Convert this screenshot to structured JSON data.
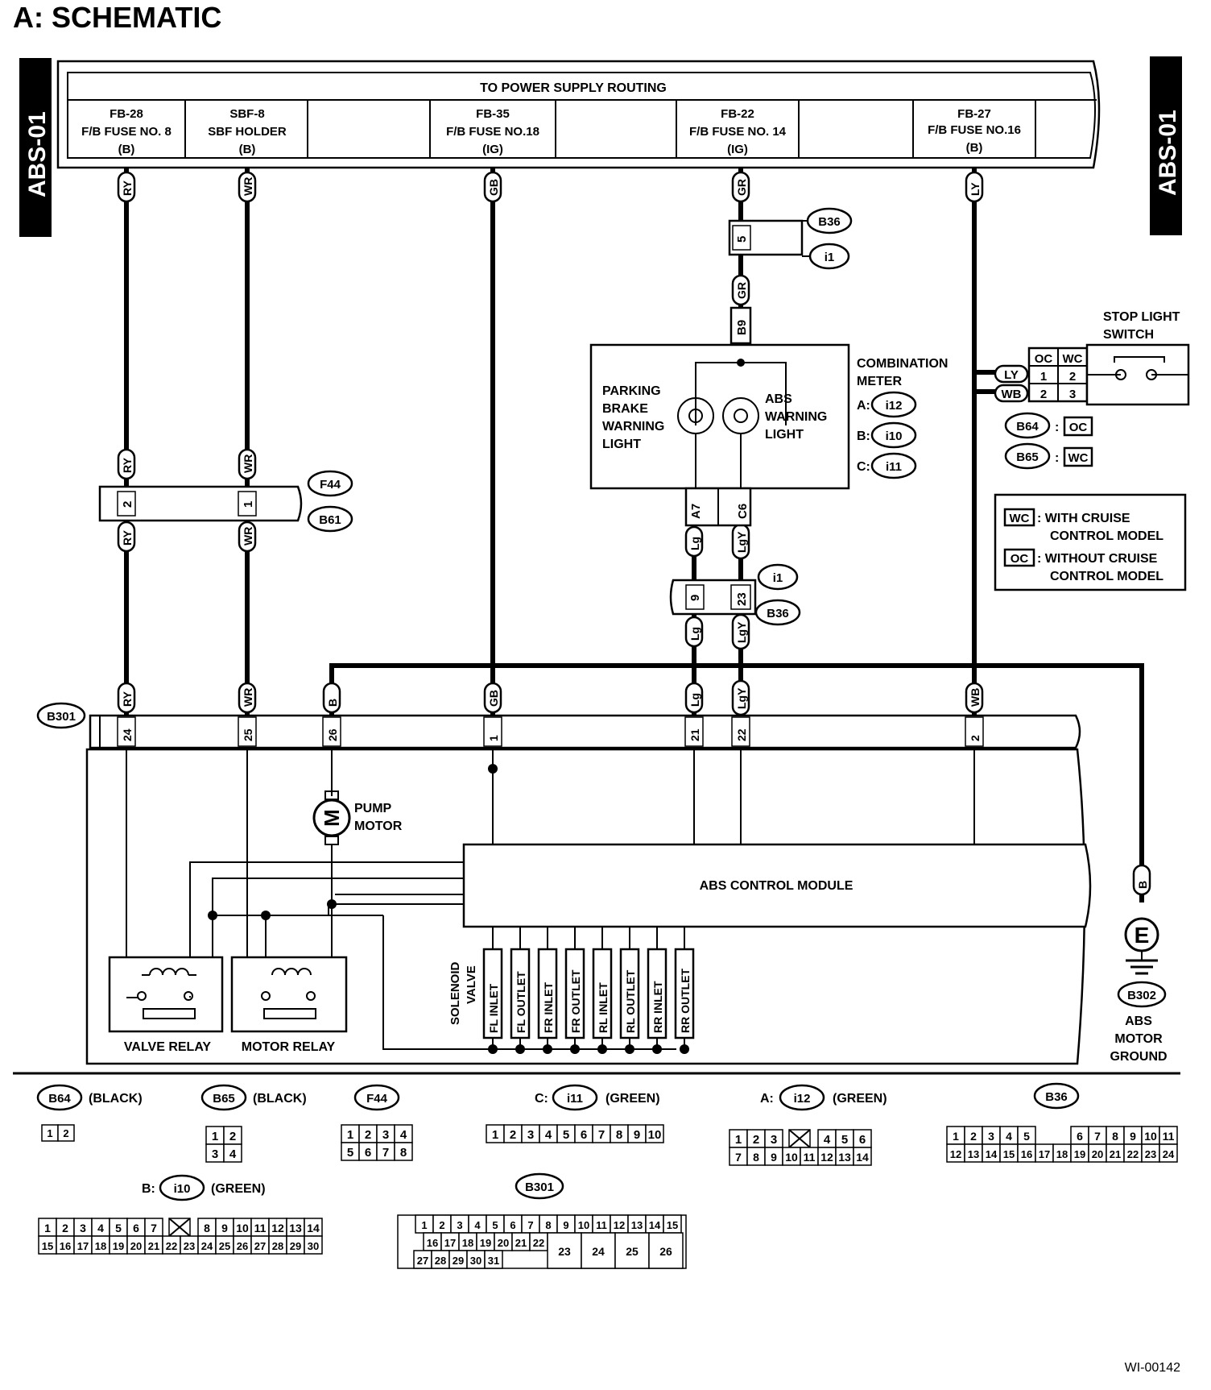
{
  "title": "A:  SCHEMATIC",
  "side_tab": "ABS-01",
  "power_supply": {
    "heading": "TO POWER SUPPLY ROUTING",
    "fuses": [
      {
        "l1": "FB-28",
        "l2": "F/B FUSE NO. 8",
        "l3": "(B)"
      },
      {
        "l1": "SBF-8",
        "l2": "SBF HOLDER",
        "l3": "(B)"
      },
      {
        "l1": "FB-35",
        "l2": "F/B FUSE NO.18",
        "l3": "(IG)"
      },
      {
        "l1": "FB-22",
        "l2": "F/B FUSE NO. 14",
        "l3": "(IG)"
      },
      {
        "l1": "FB-27",
        "l2": "F/B FUSE NO.16",
        "l3": "(B)"
      }
    ]
  },
  "wire_colors": {
    "ry": "RY",
    "wr": "WR",
    "gb": "GB",
    "gr": "GR",
    "ly": "LY",
    "b": "B",
    "lg": "Lg",
    "lgy": "LgY",
    "wb": "WB"
  },
  "pins": {
    "b36_gr": "5",
    "b9": "B9",
    "a7": "A7",
    "c6": "C6",
    "i1_lg": "9",
    "i1_lgy": "23",
    "f44_ry": "2",
    "f44_wr": "1",
    "b301": [
      "24",
      "25",
      "26",
      "1",
      "21",
      "22",
      "2"
    ]
  },
  "connectors": {
    "b36": "B36",
    "i1": "i1",
    "f44": "F44",
    "b61": "B61",
    "b301": "B301",
    "b302": "B302",
    "b64": "B64",
    "b65": "B65",
    "i12": "i12",
    "i10": "i10",
    "i11": "i11"
  },
  "combination_meter": {
    "label1": "COMBINATION",
    "label2": "METER",
    "a": "A:",
    "b": "B:",
    "c": "C:",
    "parking": [
      "PARKING",
      "BRAKE",
      "WARNING",
      "LIGHT"
    ],
    "abs": [
      "ABS",
      "WARNING",
      "LIGHT"
    ]
  },
  "stop_light": {
    "label1": "STOP LIGHT",
    "label2": "SWITCH",
    "oc": "OC",
    "wc": "WC",
    "r1": [
      "1",
      "2"
    ],
    "r2": [
      "2",
      "3"
    ],
    "b64_code": "OC",
    "b65_code": "WC"
  },
  "legend": {
    "wc": "WC",
    "wc_l1": ": WITH CRUISE",
    "wc_l2": "CONTROL MODEL",
    "oc": "OC",
    "oc_l1": ": WITHOUT CRUISE",
    "oc_l2": "CONTROL MODEL"
  },
  "module": {
    "abs": "ABS CONTROL MODULE",
    "pump1": "PUMP",
    "pump2": "MOTOR",
    "m": "M",
    "valve_relay": "VALVE RELAY",
    "motor_relay": "MOTOR RELAY",
    "solenoid1": "SOLENOID",
    "solenoid2": "VALVE",
    "valves": [
      "FL INLET",
      "FL OUTLET",
      "FR INLET",
      "FR OUTLET",
      "RL INLET",
      "RL OUTLET",
      "RR INLET",
      "RR OUTLET"
    ],
    "ground": [
      "ABS",
      "MOTOR",
      "GROUND"
    ],
    "e": "E"
  },
  "bottom_connectors": {
    "b64": "B64",
    "b64_color": "(BLACK)",
    "b65": "B65",
    "b65_color": "(BLACK)",
    "f44": "F44",
    "c_prefix": "C:",
    "i11": "i11",
    "i11_color": "(GREEN)",
    "a_prefix": "A:",
    "i12": "i12",
    "i12_color": "(GREEN)",
    "b36": "B36",
    "b_prefix": "B:",
    "i10": "i10",
    "i10_color": "(GREEN)",
    "b301": "B301",
    "b64_pins": [
      "1",
      "2"
    ],
    "b65_pins": [
      "1",
      "2",
      "3",
      "4"
    ],
    "f44_pins": [
      "1",
      "2",
      "3",
      "4",
      "5",
      "6",
      "7",
      "8"
    ],
    "i11_pins": [
      "1",
      "2",
      "3",
      "4",
      "5",
      "6",
      "7",
      "8",
      "9",
      "10"
    ],
    "i12_pins_r1": [
      "1",
      "2",
      "3",
      "4",
      "5",
      "6"
    ],
    "i12_pins_r2": [
      "7",
      "8",
      "9",
      "10",
      "11",
      "12",
      "13",
      "14"
    ],
    "b36_pins_r1": [
      "1",
      "2",
      "3",
      "4",
      "5",
      "6",
      "7",
      "8",
      "9",
      "10",
      "11"
    ],
    "b36_pins_r2": [
      "12",
      "13",
      "14",
      "15",
      "16",
      "17",
      "18",
      "19",
      "20",
      "21",
      "22",
      "23",
      "24"
    ],
    "i10_pins_r1": [
      "1",
      "2",
      "3",
      "4",
      "5",
      "6",
      "7",
      "8",
      "9",
      "10",
      "11",
      "12",
      "13",
      "14"
    ],
    "i10_pins_r2": [
      "15",
      "16",
      "17",
      "18",
      "19",
      "20",
      "21",
      "22",
      "23",
      "24",
      "25",
      "26",
      "27",
      "28",
      "29",
      "30"
    ],
    "b301_pins_r1": [
      "1",
      "2",
      "3",
      "4",
      "5",
      "6",
      "7",
      "8",
      "9",
      "10",
      "11",
      "12",
      "13",
      "14",
      "15"
    ],
    "b301_pins_r2": [
      "16",
      "17",
      "18",
      "19",
      "20",
      "21",
      "22"
    ],
    "b301_pins_r2b": [
      "23",
      "24",
      "25",
      "26"
    ],
    "b301_pins_r3": [
      "27",
      "28",
      "29",
      "30",
      "31"
    ]
  },
  "figure_id": "WI-00142"
}
